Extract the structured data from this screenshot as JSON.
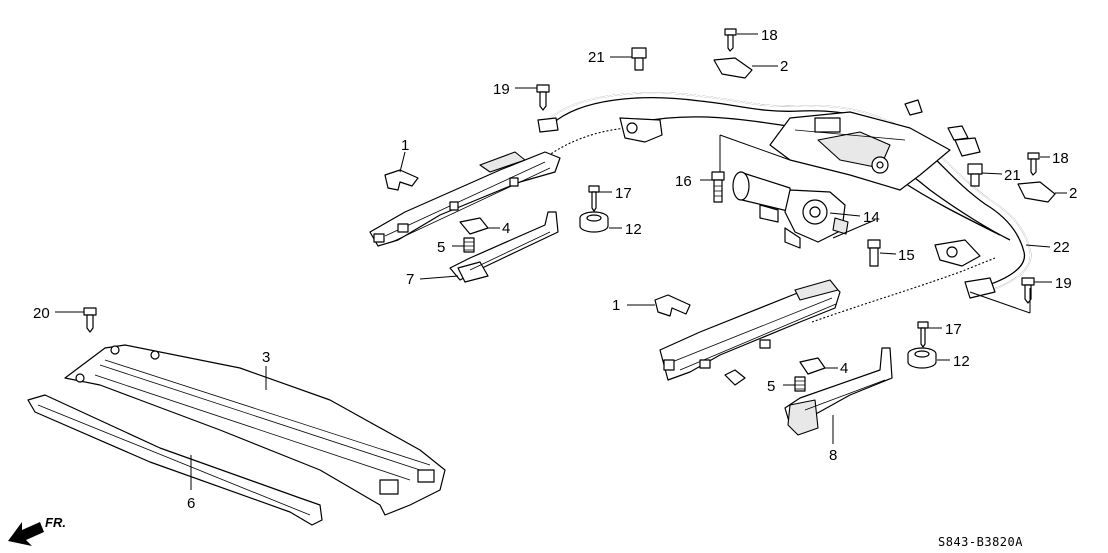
{
  "diagram_code": "S843-B3820A",
  "front_marker": "FR.",
  "callouts": [
    "1",
    "1",
    "2",
    "2",
    "3",
    "4",
    "4",
    "5",
    "5",
    "6",
    "7",
    "8",
    "12",
    "12",
    "14",
    "15",
    "16",
    "17",
    "17",
    "18",
    "18",
    "19",
    "19",
    "20",
    "21",
    "21",
    "22"
  ]
}
